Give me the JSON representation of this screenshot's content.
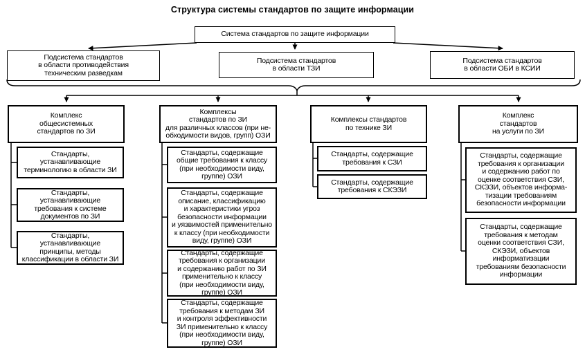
{
  "title": "Структура системы стандартов по защите информации",
  "root_box": {
    "label": "Система стандартов по защите информации"
  },
  "subsystems": [
    {
      "label": "Подсистема стандартов\nв области противодействия\nтехническим разведкам"
    },
    {
      "label": "Подсистема стандартов\nв области ТЗИ"
    },
    {
      "label": "Подсистема стандартов\nв области ОБИ в КСИИ"
    }
  ],
  "columns": [
    {
      "header": "Комплекс\nобщесистемных\nстандартов по ЗИ",
      "items": [
        {
          "label": "Стандарты,\nустанавливающие\nтерминологию в области ЗИ"
        },
        {
          "label": "Стандарты,\nустанавливающие\nтребования к системе\nдокументов по ЗИ"
        },
        {
          "label": "Стандарты,\nустанавливающие\nпринципы, методы\nклассификации в области ЗИ"
        }
      ]
    },
    {
      "header": "Комплексы\nстандартов по ЗИ\nдля различных классов (при не-\nобходимости видов, групп) ОЗИ",
      "items": [
        {
          "label": "Стандарты, содержащие\nобщие требования к классу\n(при необходимости виду,\nгруппе) ОЗИ"
        },
        {
          "label": "Стандарты, содержащие\nописание, классификацию\nи характеристики угроз\nбезопасности информации\nи уязвимостей применительно\nк классу (при необходимости\nвиду, группе) ОЗИ"
        },
        {
          "label": "Стандарты, содержащие\nтребования к организации\nи содержанию работ по ЗИ\nприменительно к классу\n(при необходимости виду,\nгруппе) ОЗИ"
        },
        {
          "label": "Стандарты, содержащие\nтребования к методам ЗИ\nи контроля эффективности\nЗИ применительно к классу\n(при необходимости виду,\nгруппе) ОЗИ"
        }
      ]
    },
    {
      "header": "Комплексы стандартов\nпо технике ЗИ",
      "items": [
        {
          "label": "Стандарты, содержащие\nтребования к СЗИ"
        },
        {
          "label": "Стандарты, содержащие\nтребования к СКЭЗИ"
        }
      ]
    },
    {
      "header": "Комплекс\nстандартов\nна услуги по ЗИ",
      "items": [
        {
          "label": "Стандарты, содержащие\nтребования к организации\nи содержанию работ по\nоценке соответствия СЗИ,\nСКЭЗИ, объектов информа-\nтизации требованиям\nбезопасности информации"
        },
        {
          "label": "Стандарты, содержащие\nтребования к методам\nоценки соответствия СЗИ,\nСКЭЗИ, объектов\nинформатизации\nтребованиям безопасности\nинформации"
        }
      ]
    }
  ],
  "colors": {
    "background": "#ffffff",
    "line": "#000000",
    "text": "#000000"
  }
}
